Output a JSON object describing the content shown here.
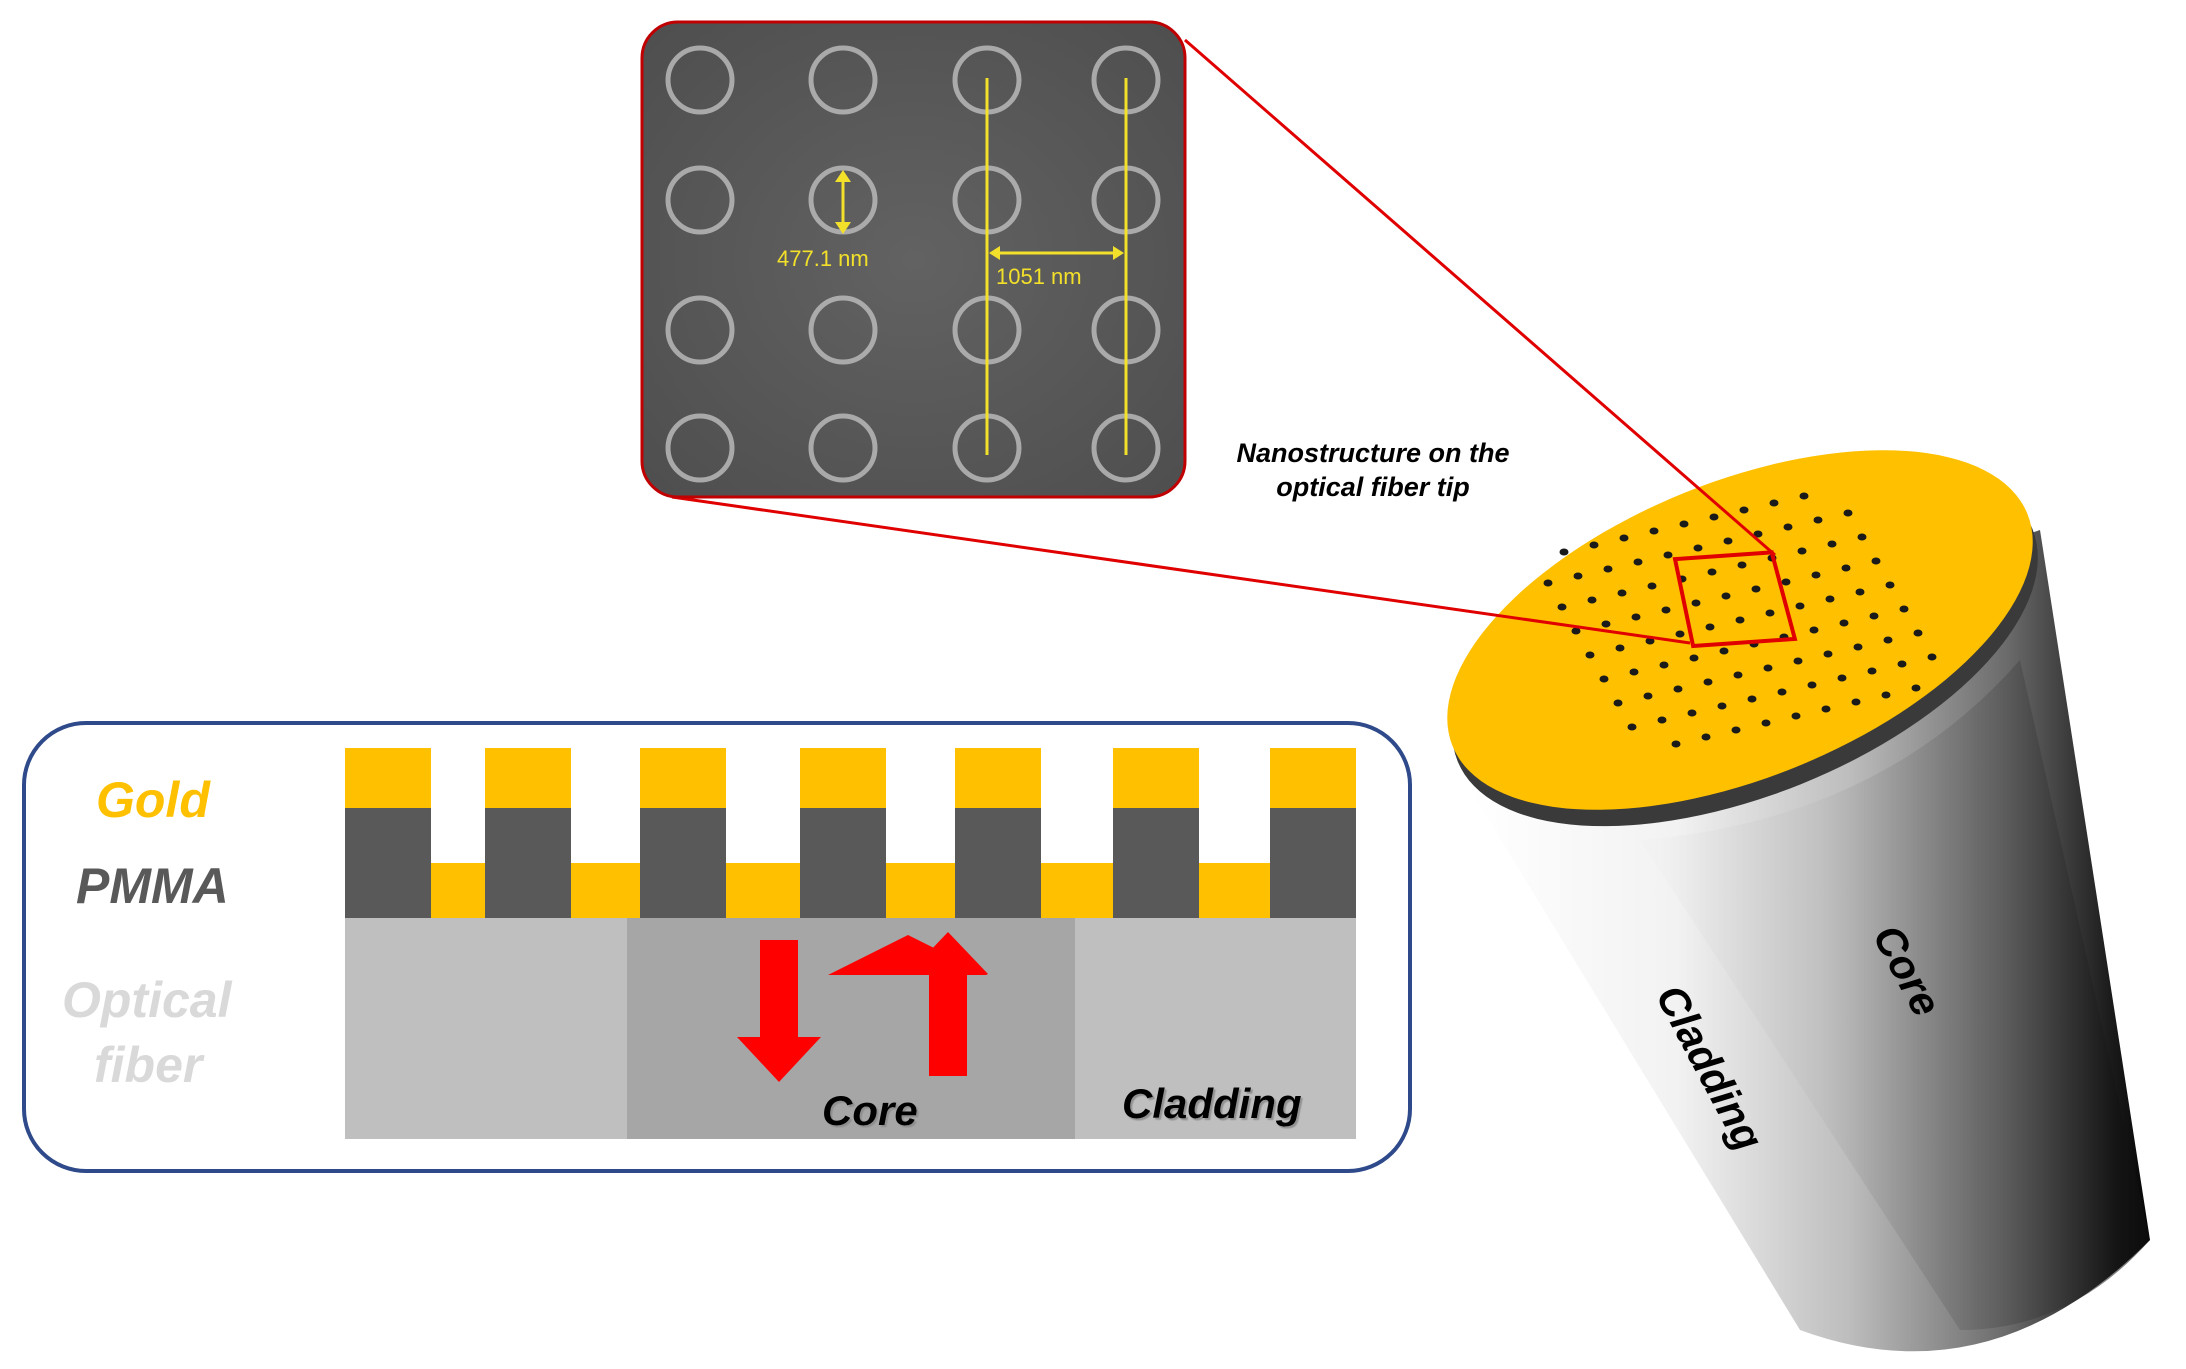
{
  "sem_inset": {
    "measurements": {
      "diameter": "477.1 nm",
      "period": "1051 nm"
    },
    "caption_line1": "Nanostructure on the",
    "caption_line2": "optical fiber tip"
  },
  "cross_section": {
    "layer_labels": {
      "gold": "Gold",
      "pmma": "PMMA",
      "optical_line1": "Optical",
      "optical_line2": "fiber"
    },
    "region_labels": {
      "core": "Core",
      "cladding": "Cladding"
    }
  },
  "fiber_3d": {
    "labels": {
      "core": "Core",
      "cladding": "Cladding"
    }
  },
  "colors": {
    "gold": "#FFC000",
    "pmma": "#595959",
    "cladding": "#BFBFBF",
    "core": "#A6A6A6",
    "sem_background": "#5A5A5A",
    "highlight": "#E00000",
    "measure": "#F2E02A",
    "frame": "#2F4A8A"
  }
}
